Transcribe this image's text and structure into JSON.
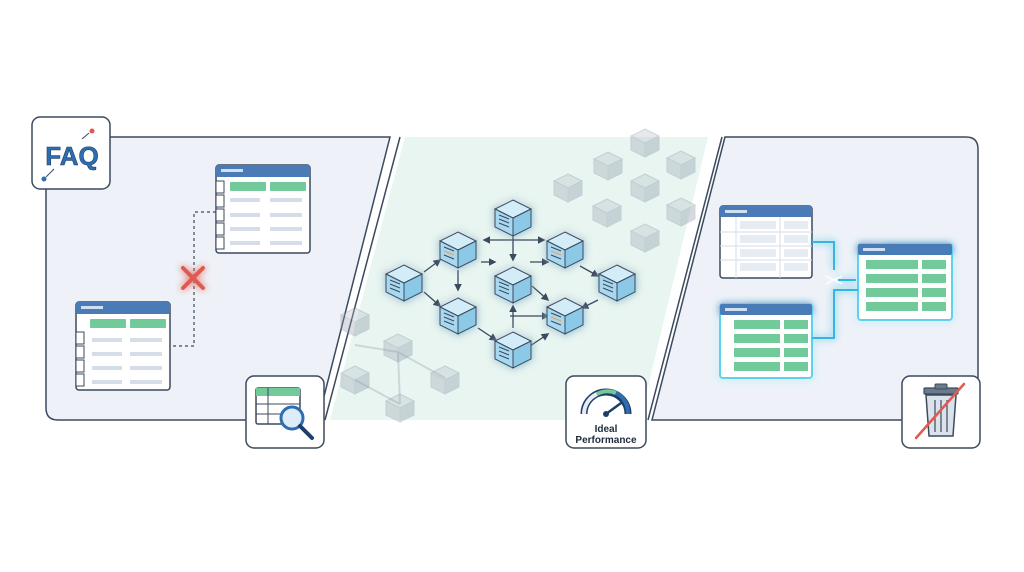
{
  "faq_badge": {
    "label": "FAQ",
    "icon": "faq-icon"
  },
  "gauge_badge": {
    "line1": "Ideal",
    "line2": "Performance",
    "icon": "gauge-icon",
    "level": 0.8
  },
  "search_badge": {
    "icon": "table-search-icon"
  },
  "trash_badge": {
    "icon": "trash-icon",
    "status": "disabled"
  },
  "broken_link": {
    "icon": "red-x-icon"
  },
  "colors": {
    "table_header": "#4a7bb7",
    "table_green": "#72c99a",
    "panel_bg": "#eef2f8",
    "panel_border": "#3b4a5e",
    "mid_glow": "#e6f4ef",
    "cube_top": "#d2ecf8",
    "cube_left": "#a8d8ef",
    "cube_right": "#8cc9e6",
    "cyan_glow": "#5fd1f0",
    "red": "#e05a4f"
  }
}
